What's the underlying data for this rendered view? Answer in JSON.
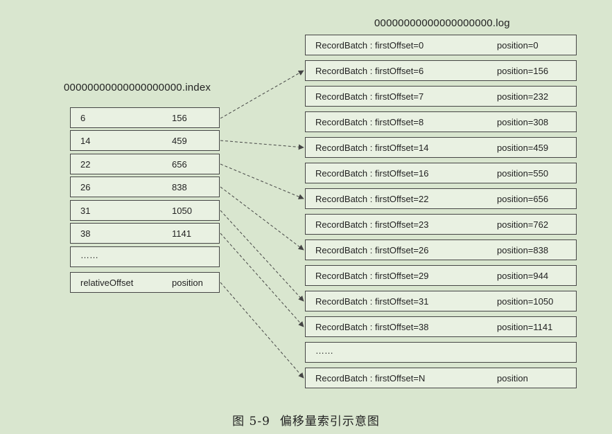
{
  "index_file": "00000000000000000000.index",
  "log_file": "00000000000000000000.log",
  "index_entries": [
    {
      "relative_offset": "6",
      "position": "156"
    },
    {
      "relative_offset": "14",
      "position": "459"
    },
    {
      "relative_offset": "22",
      "position": "656"
    },
    {
      "relative_offset": "26",
      "position": "838"
    },
    {
      "relative_offset": "31",
      "position": "1050"
    },
    {
      "relative_offset": "38",
      "position": "1141"
    }
  ],
  "index_ellipsis": "……",
  "index_header": {
    "relative_offset": "relativeOffset",
    "position": "position"
  },
  "log_entries": [
    {
      "label": "RecordBatch : firstOffset=0",
      "position": "position=0"
    },
    {
      "label": "RecordBatch : firstOffset=6",
      "position": "position=156"
    },
    {
      "label": "RecordBatch : firstOffset=7",
      "position": "position=232"
    },
    {
      "label": "RecordBatch : firstOffset=8",
      "position": "position=308"
    },
    {
      "label": "RecordBatch : firstOffset=14",
      "position": "position=459"
    },
    {
      "label": "RecordBatch : firstOffset=16",
      "position": "position=550"
    },
    {
      "label": "RecordBatch : firstOffset=22",
      "position": "position=656"
    },
    {
      "label": "RecordBatch : firstOffset=23",
      "position": "position=762"
    },
    {
      "label": "RecordBatch : firstOffset=26",
      "position": "position=838"
    },
    {
      "label": "RecordBatch : firstOffset=29",
      "position": "position=944"
    },
    {
      "label": "RecordBatch : firstOffset=31",
      "position": "position=1050"
    },
    {
      "label": "RecordBatch : firstOffset=38",
      "position": "position=1141"
    }
  ],
  "log_ellipsis": "……",
  "log_last": {
    "label": "RecordBatch : firstOffset=N",
    "position": "position"
  },
  "caption": {
    "figure_number": "图 5-9",
    "text": "偏移量索引示意图"
  },
  "colors": {
    "background": "#d9e6cf",
    "box_fill": "#e9f1e2",
    "line": "#444444"
  }
}
